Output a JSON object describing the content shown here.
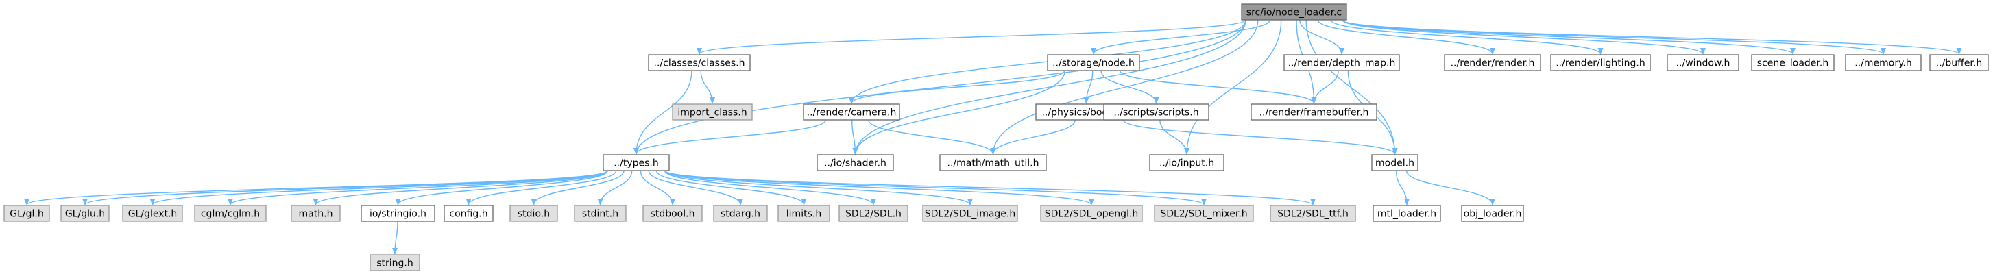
{
  "title": "src/io/node_loader.c",
  "colors": {
    "root_fill": "#999999",
    "internal_fill": "#ffffff",
    "external_fill": "#e0e0e0",
    "border": "#666666",
    "external_border": "#999999",
    "edge": "#63B8FF"
  },
  "nodes": [
    {
      "id": "root",
      "label": "src/io/node_loader.c",
      "kind": "root"
    },
    {
      "id": "classes",
      "label": "../classes/classes.h",
      "kind": "internal"
    },
    {
      "id": "import_class",
      "label": "import_class.h",
      "kind": "external"
    },
    {
      "id": "types",
      "label": "../types.h",
      "kind": "internal"
    },
    {
      "id": "shader",
      "label": "../io/shader.h",
      "kind": "internal"
    },
    {
      "id": "camera",
      "label": "../render/camera.h",
      "kind": "internal"
    },
    {
      "id": "node",
      "label": "../storage/node.h",
      "kind": "internal"
    },
    {
      "id": "mathutil",
      "label": "../math/math_util.h",
      "kind": "internal"
    },
    {
      "id": "bodies",
      "label": "../physics/bodies.h",
      "kind": "internal"
    },
    {
      "id": "scripts",
      "label": "../scripts/scripts.h",
      "kind": "internal"
    },
    {
      "id": "input",
      "label": "../io/input.h",
      "kind": "internal"
    },
    {
      "id": "depthmap",
      "label": "../render/depth_map.h",
      "kind": "internal"
    },
    {
      "id": "framebuffer",
      "label": "../render/framebuffer.h",
      "kind": "internal"
    },
    {
      "id": "model",
      "label": "model.h",
      "kind": "internal"
    },
    {
      "id": "render",
      "label": "../render/render.h",
      "kind": "internal"
    },
    {
      "id": "lighting",
      "label": "../render/lighting.h",
      "kind": "internal"
    },
    {
      "id": "window",
      "label": "../window.h",
      "kind": "internal"
    },
    {
      "id": "scene_loader",
      "label": "scene_loader.h",
      "kind": "internal"
    },
    {
      "id": "memory",
      "label": "../memory.h",
      "kind": "internal"
    },
    {
      "id": "buffer",
      "label": "../buffer.h",
      "kind": "internal"
    },
    {
      "id": "gl",
      "label": "GL/gl.h",
      "kind": "external"
    },
    {
      "id": "glu",
      "label": "GL/glu.h",
      "kind": "external"
    },
    {
      "id": "glext",
      "label": "GL/glext.h",
      "kind": "external"
    },
    {
      "id": "cglm",
      "label": "cglm/cglm.h",
      "kind": "external"
    },
    {
      "id": "math",
      "label": "math.h",
      "kind": "external"
    },
    {
      "id": "stringio",
      "label": "io/stringio.h",
      "kind": "internal"
    },
    {
      "id": "config",
      "label": "config.h",
      "kind": "internal"
    },
    {
      "id": "stdio",
      "label": "stdio.h",
      "kind": "external"
    },
    {
      "id": "stdint",
      "label": "stdint.h",
      "kind": "external"
    },
    {
      "id": "stdbool",
      "label": "stdbool.h",
      "kind": "external"
    },
    {
      "id": "stdarg",
      "label": "stdarg.h",
      "kind": "external"
    },
    {
      "id": "limits",
      "label": "limits.h",
      "kind": "external"
    },
    {
      "id": "sdl",
      "label": "SDL2/SDL.h",
      "kind": "external"
    },
    {
      "id": "sdl_image",
      "label": "SDL2/SDL_image.h",
      "kind": "external"
    },
    {
      "id": "sdl_opengl",
      "label": "SDL2/SDL_opengl.h",
      "kind": "external"
    },
    {
      "id": "sdl_mixer",
      "label": "SDL2/SDL_mixer.h",
      "kind": "external"
    },
    {
      "id": "sdl_ttf",
      "label": "SDL2/SDL_ttf.h",
      "kind": "external"
    },
    {
      "id": "string",
      "label": "string.h",
      "kind": "external"
    },
    {
      "id": "mtl_loader",
      "label": "mtl_loader.h",
      "kind": "internal"
    },
    {
      "id": "obj_loader",
      "label": "obj_loader.h",
      "kind": "internal"
    }
  ],
  "edges": [
    [
      "root",
      "classes"
    ],
    [
      "root",
      "types"
    ],
    [
      "root",
      "camera"
    ],
    [
      "root",
      "shader"
    ],
    [
      "root",
      "mathutil"
    ],
    [
      "root",
      "node"
    ],
    [
      "root",
      "input"
    ],
    [
      "root",
      "depthmap"
    ],
    [
      "root",
      "framebuffer"
    ],
    [
      "root",
      "model"
    ],
    [
      "root",
      "render"
    ],
    [
      "root",
      "lighting"
    ],
    [
      "root",
      "window"
    ],
    [
      "root",
      "scene_loader"
    ],
    [
      "root",
      "memory"
    ],
    [
      "root",
      "buffer"
    ],
    [
      "classes",
      "import_class"
    ],
    [
      "classes",
      "types"
    ],
    [
      "node",
      "camera"
    ],
    [
      "node",
      "bodies"
    ],
    [
      "node",
      "scripts"
    ],
    [
      "node",
      "shader"
    ],
    [
      "node",
      "framebuffer"
    ],
    [
      "camera",
      "types"
    ],
    [
      "camera",
      "shader"
    ],
    [
      "camera",
      "mathutil"
    ],
    [
      "bodies",
      "mathutil"
    ],
    [
      "bodies",
      "model"
    ],
    [
      "scripts",
      "input"
    ],
    [
      "depthmap",
      "framebuffer"
    ],
    [
      "depthmap",
      "model"
    ],
    [
      "types",
      "gl"
    ],
    [
      "types",
      "glu"
    ],
    [
      "types",
      "glext"
    ],
    [
      "types",
      "cglm"
    ],
    [
      "types",
      "math"
    ],
    [
      "types",
      "stringio"
    ],
    [
      "types",
      "config"
    ],
    [
      "types",
      "stdio"
    ],
    [
      "types",
      "stdint"
    ],
    [
      "types",
      "stdbool"
    ],
    [
      "types",
      "stdarg"
    ],
    [
      "types",
      "limits"
    ],
    [
      "types",
      "sdl"
    ],
    [
      "types",
      "sdl_image"
    ],
    [
      "types",
      "sdl_opengl"
    ],
    [
      "types",
      "sdl_mixer"
    ],
    [
      "types",
      "sdl_ttf"
    ],
    [
      "stringio",
      "string"
    ],
    [
      "model",
      "mtl_loader"
    ],
    [
      "model",
      "obj_loader"
    ]
  ]
}
